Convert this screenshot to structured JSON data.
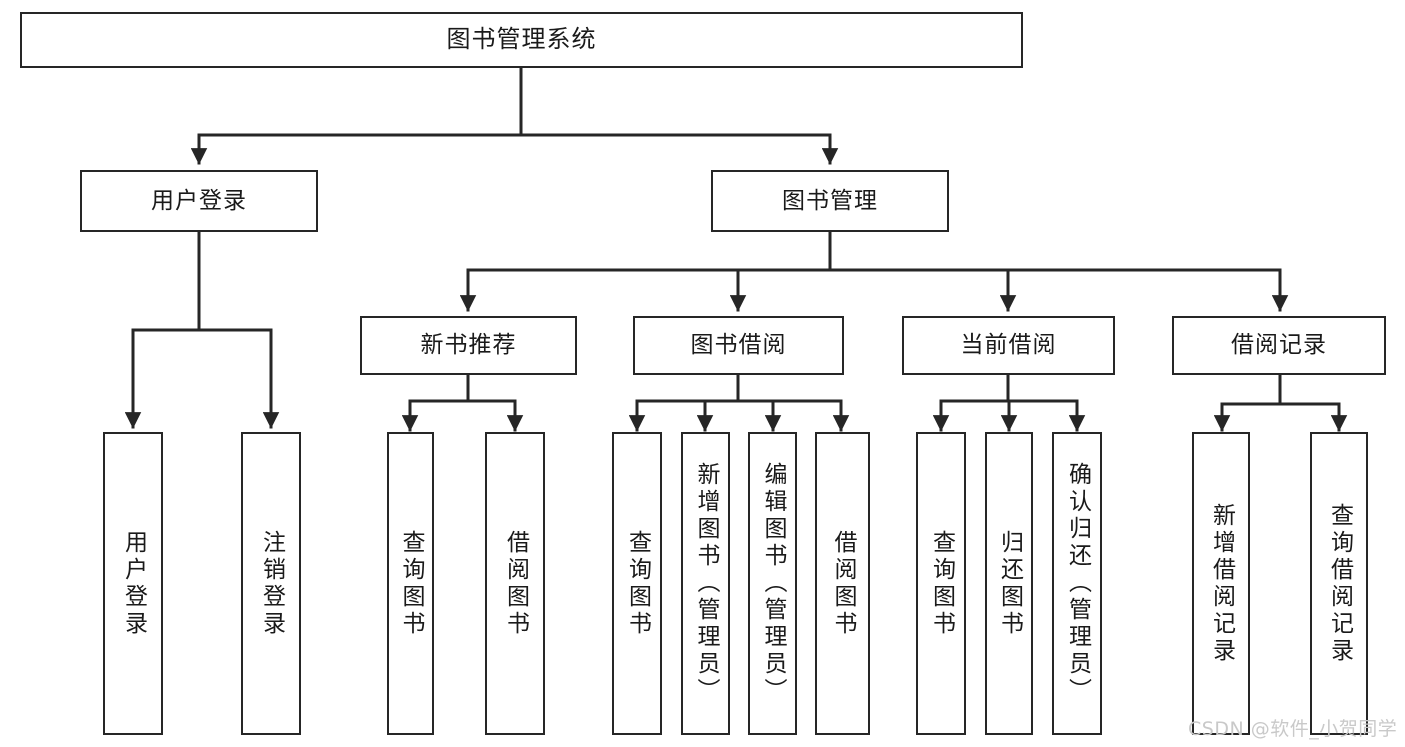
{
  "diagram": {
    "title": "图书管理系统",
    "watermark": "CSDN @软件_小贺同学",
    "line_color": "#262626",
    "box_fill": "#ffffff",
    "text_color": "#1a1a1a",
    "levels": {
      "root": {
        "label": "图书管理系统"
      },
      "level2": [
        {
          "label": "用户登录"
        },
        {
          "label": "图书管理"
        }
      ],
      "level3": [
        {
          "label": "新书推荐"
        },
        {
          "label": "图书借阅"
        },
        {
          "label": "当前借阅"
        },
        {
          "label": "借阅记录"
        }
      ],
      "leaves": [
        {
          "label": "用户登录",
          "parent": "用户登录"
        },
        {
          "label": "注销登录",
          "parent": "用户登录"
        },
        {
          "label": "查询图书",
          "parent": "新书推荐"
        },
        {
          "label": "借阅图书",
          "parent": "新书推荐"
        },
        {
          "label": "查询图书",
          "parent": "图书借阅"
        },
        {
          "label": "新增图书（管理员）",
          "parent": "图书借阅"
        },
        {
          "label": "编辑图书（管理员）",
          "parent": "图书借阅"
        },
        {
          "label": "借阅图书",
          "parent": "图书借阅"
        },
        {
          "label": "查询图书",
          "parent": "当前借阅"
        },
        {
          "label": "归还图书",
          "parent": "当前借阅"
        },
        {
          "label": "确认归还（管理员）",
          "parent": "当前借阅"
        },
        {
          "label": "新增借阅记录",
          "parent": "借阅记录"
        },
        {
          "label": "查询借阅记录",
          "parent": "借阅记录"
        }
      ]
    }
  }
}
